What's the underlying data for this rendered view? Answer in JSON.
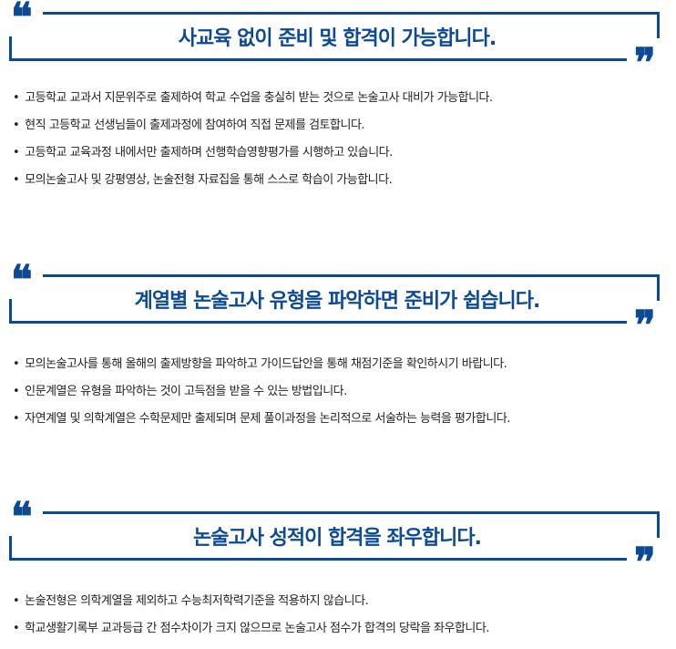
{
  "sections": [
    {
      "title": "사교육 없이 준비 및 합격이 가능합니다.",
      "items": [
        "고등학교 교과서 지문위주로 출제하여 학교 수업을 충실히 받는 것으로 논술고사 대비가 가능합니다.",
        "현직 고등학교 선생님들이 출제과정에 참여하여 직접 문제를 검토합니다.",
        "고등학교 교육과정 내에서만 출제하며 선행학습영향평가를 시행하고 있습니다.",
        "모의논술고사 및 강평영상, 논술전형 자료집을 통해 스스로 학습이 가능합니다."
      ]
    },
    {
      "title": "계열별 논술고사 유형을 파악하면 준비가 쉽습니다.",
      "items": [
        "모의논술고사를 통해 올해의 출제방향을 파악하고 가이드답안을 통해 채점기준을 확인하시기 바랍니다.",
        "인문계열은 유형을 파악하는 것이 고득점을 받을 수 있는 방법입니다.",
        "자연계열 및 의학계열은 수학문제만 출제되며 문제 풀이과정을 논리적으로 서술하는 능력을 평가합니다."
      ]
    },
    {
      "title": "논술고사 성적이 합격을 좌우합니다.",
      "items": [
        "논술전형은 의학계열을 제외하고 수능최저학력기준을 적용하지 않습니다.",
        "학교생활기록부 교과등급 간 점수차이가 크지 않으므로 논술고사 점수가 합격의 당락을 좌우합니다."
      ]
    }
  ],
  "quote_open": "❝",
  "quote_close": "❞",
  "accent_color": "#0d4a94"
}
